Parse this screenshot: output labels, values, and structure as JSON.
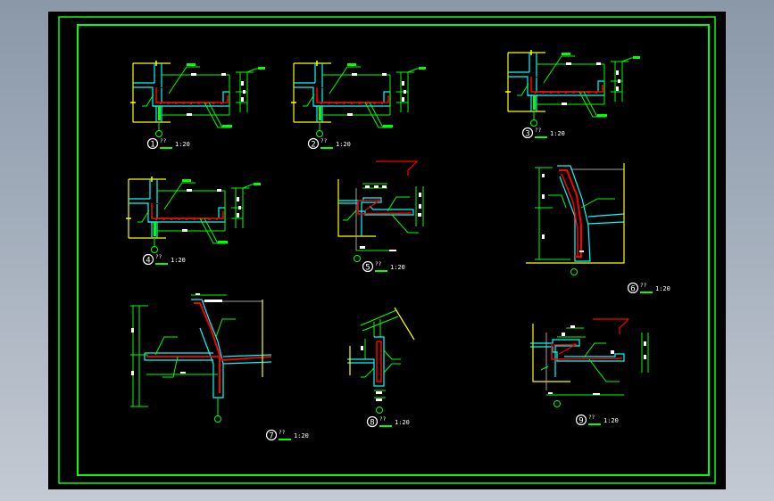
{
  "viewer": {
    "background": "#000000",
    "frame_color": "#00ff00"
  },
  "colors": {
    "frame": "#00ff00",
    "dimension": "#00ff00",
    "concrete_outline": "#00ffff",
    "rebar": "#ff0000",
    "axis": "#ffff00",
    "reference": "#a0a0a0",
    "text": "#ffffff"
  },
  "details": [
    {
      "number": "1",
      "scale": "1:20"
    },
    {
      "number": "2",
      "scale": "1:20"
    },
    {
      "number": "3",
      "scale": "1:20"
    },
    {
      "number": "4",
      "scale": "1:20"
    },
    {
      "number": "5",
      "scale": "1:20"
    },
    {
      "number": "6",
      "scale": "1:20"
    },
    {
      "number": "7",
      "scale": "1:20"
    },
    {
      "number": "8",
      "scale": "1:20"
    },
    {
      "number": "9",
      "scale": "1:20"
    }
  ]
}
